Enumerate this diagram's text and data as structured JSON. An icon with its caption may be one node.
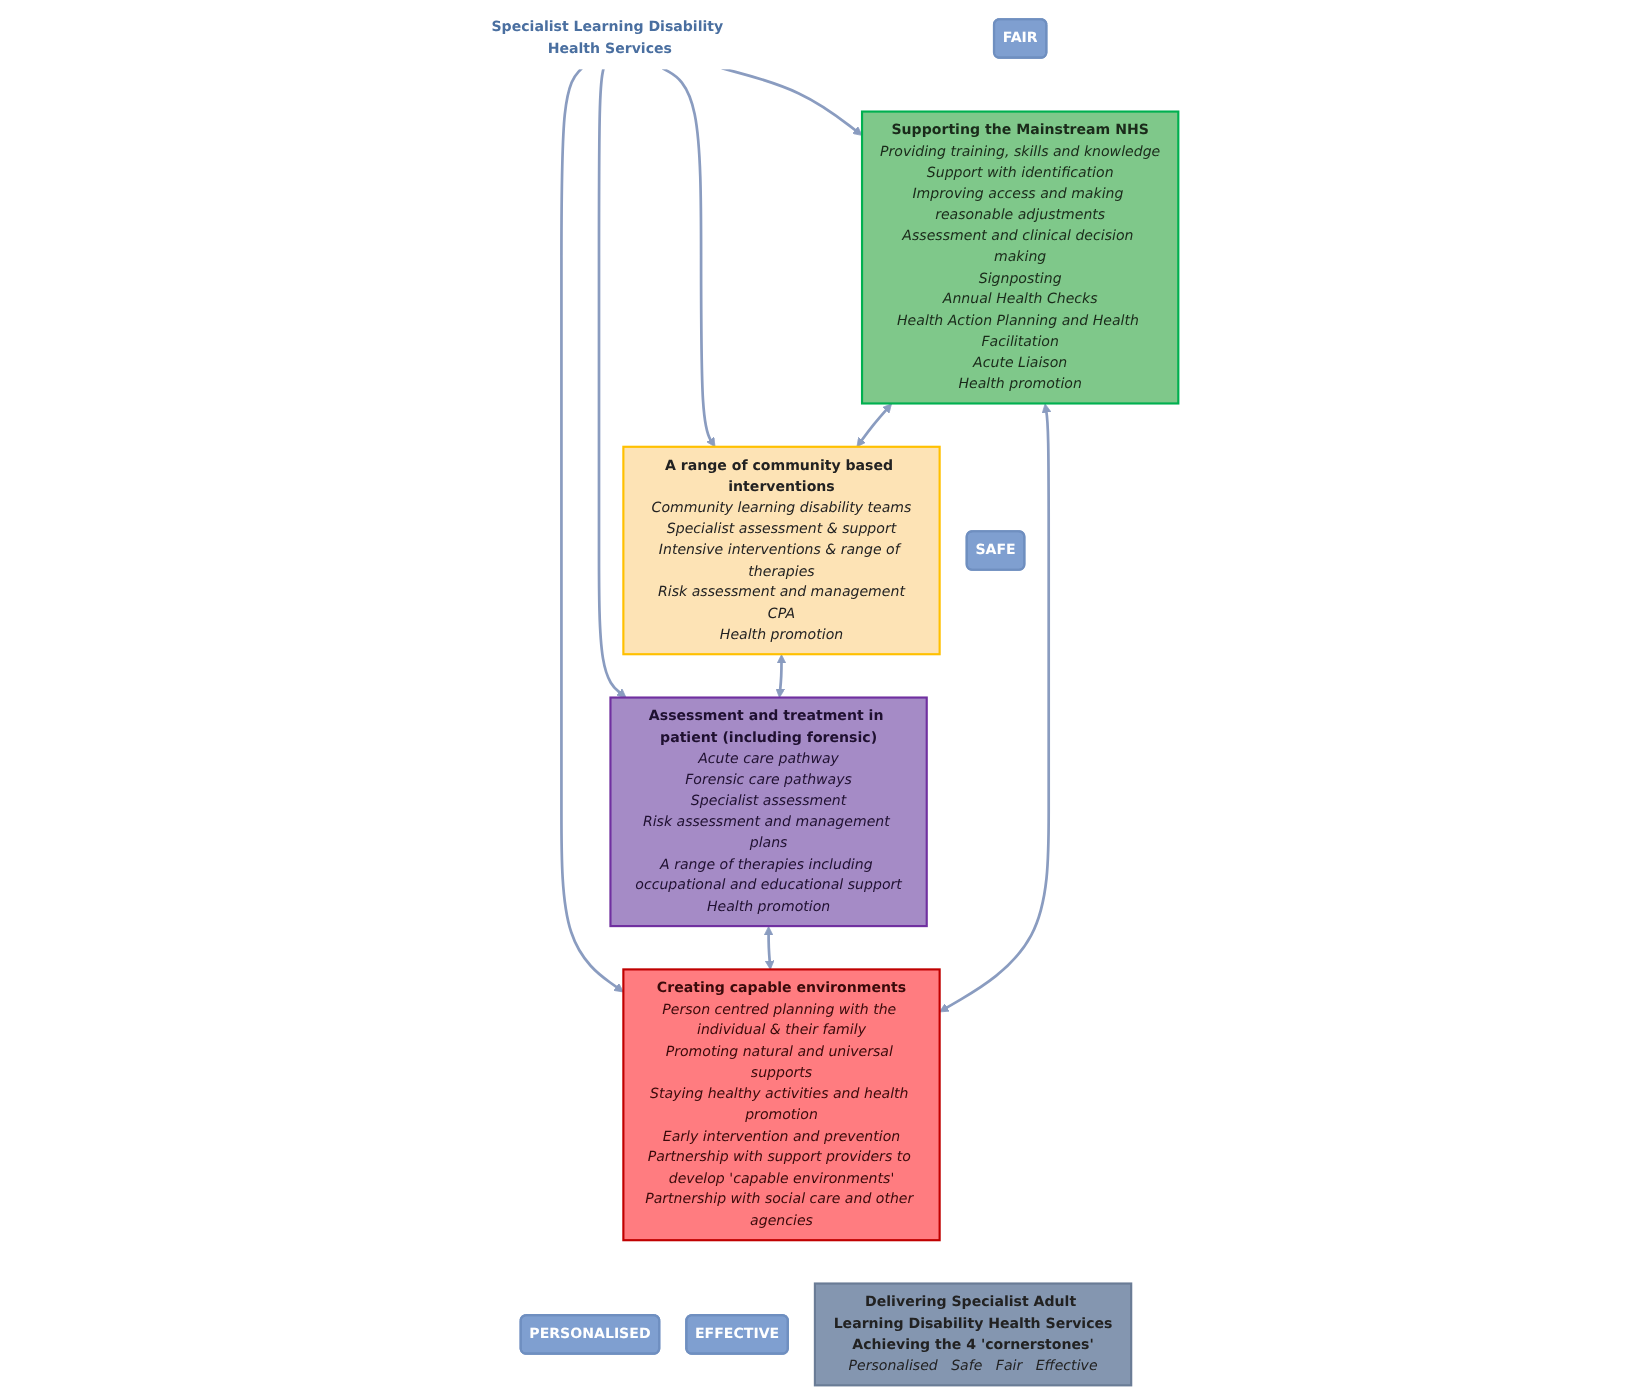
{
  "diagram": {
    "nodes": [
      {
        "text": [
          "Specialist Learning Disability Health Services"
        ]
      },
      {
        "text": [
          "A range of community based interventions",
          "Community learning disability teams",
          "Specialist assessment & support",
          "Intensive interventions & range of therapies",
          "Risk assessment and management",
          "CPA",
          "Health promotion"
        ]
      },
      {
        "text": [
          "Supporting the Mainstream NHS",
          "Providing training, skills and knowledge",
          "Support with identification",
          "Improving access and making reasonable adjustments",
          "Assessment and clinical decision making",
          "Signposting",
          "Annual Health Checks",
          "Health Action Planning and Health Facilitation",
          "Acute Liaison",
          "Health promotion"
        ]
      },
      {
        "text": [
          "Assessment and treatment in patient (including forensic)",
          "Acute care pathway",
          "Forensic care pathways",
          "Specialist assessment",
          "Risk assessment and management plans",
          "A range of therapies including occupational and educational support",
          "Health promotion"
        ]
      },
      {
        "text": [
          "Creating capable environments",
          "Person centred planning with the individual & their family",
          "Promoting natural and universal supports",
          "Staying healthy activities and health promotion",
          "Early intervention and prevention",
          "Partnership with support providers to develop 'capable environments'",
          "Partnership with social care and other agencies"
        ]
      },
      {
        "text": [
          "FAIR"
        ]
      },
      {
        "text": [
          "SAFE"
        ]
      },
      {
        "text": [
          "PERSONALISED"
        ]
      },
      {
        "text": [
          "EFFECTIVE"
        ]
      },
      {
        "text": [
          "Delivering Specialist Adult Learning Disability Health Services",
          "Achieving the 4 'cornerstones'",
          "Personalised   Safe   Fair   Effective"
        ]
      }
    ],
    "edges": [
      {
        "from": 0,
        "to": 1,
        "arrow": "to"
      },
      {
        "from": 0,
        "to": 2,
        "arrow": "to"
      },
      {
        "from": 0,
        "to": 3,
        "arrow": "to"
      },
      {
        "from": 0,
        "to": 4,
        "arrow": "to"
      },
      {
        "from": 2,
        "to": 1,
        "arrow": "both"
      },
      {
        "from": 1,
        "to": 3,
        "arrow": "both"
      },
      {
        "from": 3,
        "to": 4,
        "arrow": "both"
      },
      {
        "from": 2,
        "to": 4,
        "arrow": "both"
      }
    ]
  }
}
